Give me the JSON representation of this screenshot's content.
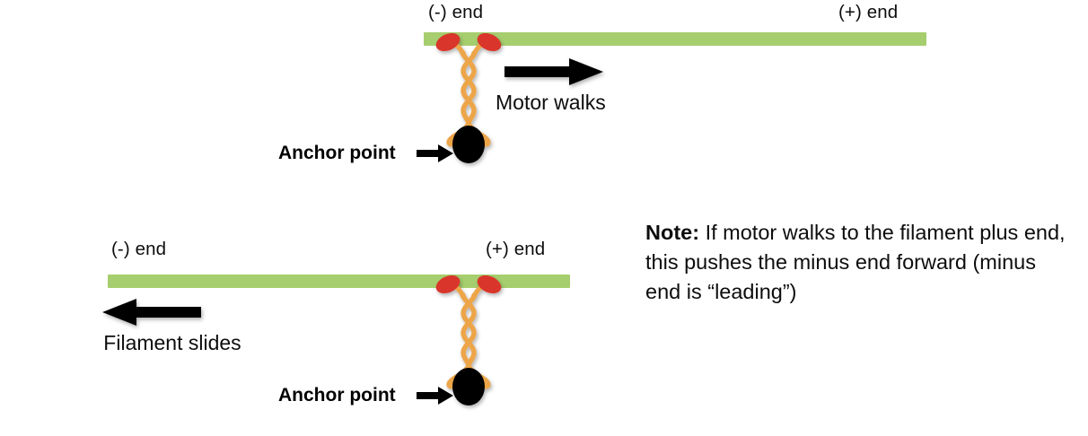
{
  "diagram": {
    "title_semantic": "cytoskeletal-motor-filament-sliding",
    "colors": {
      "filament": "#a6ce6e",
      "motor_head": "#d9352a",
      "motor_stalk": "#eda54a",
      "anchor": "#000000",
      "text": "#0d0d0d",
      "background": "#ffffff"
    },
    "panels": [
      {
        "id": "top",
        "name": "anchored-motor-walks-panel",
        "filament": {
          "minus_end_label": "(-) end",
          "plus_end_label": "(+) end",
          "minus_end_side": "left",
          "plus_end_side": "right"
        },
        "motion_arrow": {
          "label": "Motor walks",
          "direction": "right"
        },
        "anchor_label": "Anchor point",
        "motor": {
          "heads": 2,
          "head_color": "#d9352a",
          "stalk_type": "coiled-coil",
          "stalk_color": "#eda54a",
          "anchor_shape": "filled-ellipse"
        }
      },
      {
        "id": "bottom",
        "name": "filament-slides-panel",
        "filament": {
          "minus_end_label": "(-) end",
          "plus_end_label": "(+) end",
          "minus_end_side": "left",
          "plus_end_side": "right"
        },
        "motion_arrow": {
          "label": "Filament slides",
          "label_line1": "Filament",
          "label_line2": "slides",
          "direction": "left"
        },
        "anchor_label": "Anchor point",
        "motor": {
          "heads": 2,
          "head_color": "#d9352a",
          "stalk_type": "coiled-coil",
          "stalk_color": "#eda54a",
          "anchor_shape": "filled-ellipse"
        }
      }
    ],
    "note": {
      "prefix": "Note:",
      "body": " If motor walks to the filament plus end, this pushes the minus end forward (minus end is “leading”)"
    }
  }
}
